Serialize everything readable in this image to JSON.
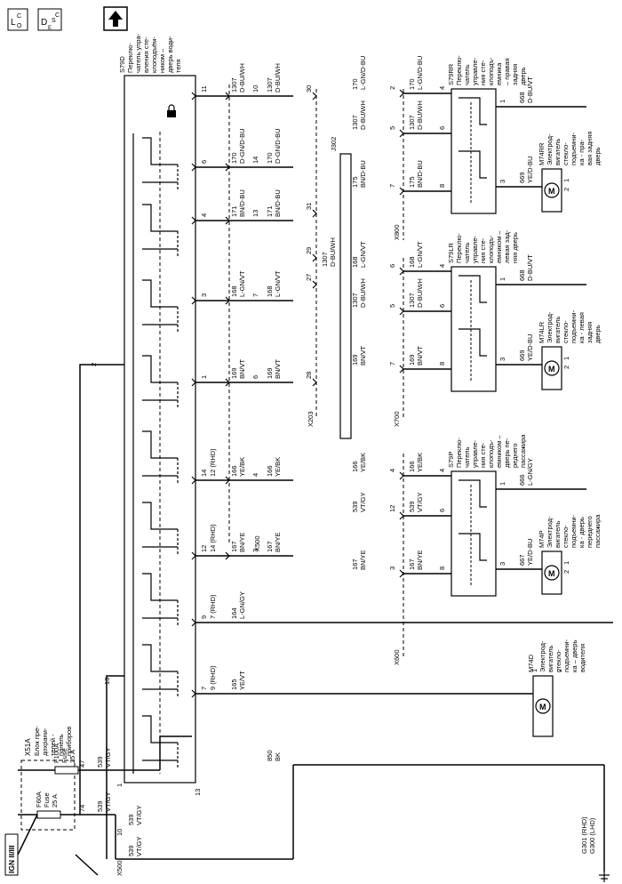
{
  "icons": {
    "loc": {
      "l": "L",
      "sub": "O",
      "sup": "C"
    },
    "desc": {
      "d": "D",
      "e": "E",
      "s": "S",
      "c": "C"
    }
  },
  "ign": "IGN II/III",
  "fuse_block": {
    "id": "X51A",
    "title": [
      "Блок пре-",
      "дохрани-",
      "телей -",
      "панель",
      "приборов"
    ],
    "fuses": [
      {
        "id": "F60A",
        "lines": [
          "Fuse",
          "25 A"
        ],
        "pin": "74",
        "pin2": "10",
        "wire": [
          "539",
          "VT/GY"
        ]
      },
      {
        "id": "F100A",
        "lines": [
          "Fuse",
          "25 A"
        ],
        "pin": "47",
        "pin2": "1",
        "wire": [
          "539",
          "VT/GY"
        ]
      }
    ],
    "ground_wire": [
      "850",
      "BK"
    ],
    "connector": "X500"
  },
  "driver_switch": {
    "id": "S79D",
    "title": [
      "Переклю-",
      "чатель упра-",
      "вления сте-",
      "клоподъём-",
      "ником –",
      "дверь води-",
      "теля"
    ],
    "feed_pins": [
      "13",
      "2"
    ],
    "bottom_pin": "13",
    "pins": [
      {
        "pin": "11",
        "rhd": "",
        "x500": "10",
        "wire": [
          "1307",
          "D-BU/WH"
        ]
      },
      {
        "pin": "6",
        "rhd": "",
        "x500": "14",
        "wire": [
          "170",
          "D-GN/D-BU"
        ]
      },
      {
        "pin": "4",
        "rhd": "",
        "x500": "13",
        "wire": [
          "171",
          "BN/D-BU"
        ]
      },
      {
        "pin": "3",
        "rhd": "",
        "x500": "7",
        "wire": [
          "168",
          "L-GN/VT"
        ]
      },
      {
        "pin": "1",
        "rhd": "",
        "x500": "6",
        "wire": [
          "169",
          "BN/VT"
        ]
      },
      {
        "pin": "14",
        "rhd": "12 (RHD)",
        "x500": "4",
        "wire": [
          "166",
          "YE/BK"
        ]
      },
      {
        "pin": "12",
        "rhd": "14 (RHD)",
        "x500": "3",
        "wire": [
          "167",
          "BN/YE"
        ]
      },
      {
        "pin": "9",
        "rhd": "7 (RHD)",
        "x500": "",
        "wire": [
          "164",
          "L-GN/GY"
        ]
      },
      {
        "pin": "7",
        "rhd": "9 (RHD)",
        "x500": "",
        "wire": [
          "165",
          "YE/VT"
        ]
      }
    ]
  },
  "connectors": {
    "x500": "X500",
    "x203": "X203",
    "x800": "X800",
    "x700": "X700",
    "x600": "X600",
    "j302": "J302"
  },
  "x203_pins": [
    "30",
    "31",
    "29",
    "27",
    "28"
  ],
  "splice_wire": [
    "1307",
    "D-BU/WH"
  ],
  "rear_right": {
    "switch_id": "S79RR",
    "switch_title": [
      "Переклю-",
      "чатель",
      "управле-",
      "ния сте-",
      "клоподъ-",
      "емника",
      "– правая",
      "задняя",
      "дверь"
    ],
    "x800_pins": [
      "2",
      "5",
      "7"
    ],
    "x800_wires": [
      [
        "170",
        "L-GN/D-BU"
      ],
      [
        "1307",
        "D-BU/WH"
      ],
      [
        "175",
        "BN/D-BU"
      ]
    ],
    "switch_pins": [
      "4",
      "6",
      "8",
      "3",
      "1"
    ],
    "sw_wires": [
      [
        "170",
        "L-GN/D-BU"
      ],
      [
        "1307",
        "D-BU/WH"
      ],
      [
        "175",
        "BN/D-BU"
      ]
    ],
    "motor_wires": [
      [
        "668",
        "D-BU/VT"
      ],
      [
        "669",
        "YE/D-BU"
      ]
    ],
    "motor_id": "M74RR",
    "motor_title": [
      "Электрод-",
      "вигатель",
      "стекло-",
      "подъемни-",
      "ка - пра-",
      "вая задняя",
      "дверь"
    ],
    "motor_pins": [
      "1",
      "2"
    ]
  },
  "rear_left": {
    "switch_id": "S79LR",
    "switch_title": [
      "Переклю-",
      "чатель",
      "управле-",
      "ния сте-",
      "клоподъ-",
      "емником –",
      "левая зад-",
      "няя дверь"
    ],
    "x700_pins": [
      "6",
      "5",
      "7"
    ],
    "x700_wires": [
      [
        "168",
        "L-GN/VT"
      ],
      [
        "1307",
        "D-BU/WH"
      ],
      [
        "169",
        "BN/VT"
      ]
    ],
    "switch_pins": [
      "4",
      "6",
      "8",
      "3",
      "1"
    ],
    "sw_wires": [
      [
        "168",
        "L-GN/VT"
      ],
      [
        "1307",
        "D-BU/WH"
      ],
      [
        "169",
        "BN/VT"
      ]
    ],
    "motor_wires": [
      [
        "668",
        "D-BU/VT"
      ],
      [
        "669",
        "YE/D-BU"
      ]
    ],
    "motor_id": "M74LR",
    "motor_title": [
      "Электрод-",
      "вигатель",
      "стекло-",
      "подъемни-",
      "ка - левая",
      "задняя",
      "дверь"
    ],
    "motor_pins": [
      "1",
      "2"
    ]
  },
  "passenger": {
    "switch_id": "S79P",
    "switch_title": [
      "Переклю-",
      "чатель",
      "управле-",
      "ния сте-",
      "клоподъ-",
      "емником –",
      "дверь пе-",
      "реднего",
      "пассажира"
    ],
    "x600_pins": [
      "4",
      "12",
      "3"
    ],
    "x600_wires": [
      [
        "166",
        "YE/BK"
      ],
      [
        "539",
        "VT/GY"
      ],
      [
        "167",
        "BN/YE"
      ]
    ],
    "switch_pins": [
      "4",
      "6",
      "8",
      "3",
      "1"
    ],
    "sw_wires": [
      [
        "166",
        "YE/BK"
      ],
      [
        "539",
        "VT/GY"
      ],
      [
        "167",
        "BN/YE"
      ]
    ],
    "motor_wires": [
      [
        "666",
        "L-GN/GY"
      ],
      [
        "667",
        "YE/D-BU"
      ]
    ],
    "motor_id": "M74P",
    "motor_title": [
      "Электрод-",
      "вигатель",
      "стекло-",
      "подъемни-",
      "ка - дверь",
      "переднего",
      "пассажира"
    ],
    "motor_pins": [
      "1",
      "2"
    ]
  },
  "driver_motor": {
    "id": "M74D",
    "title": [
      "Электрод-",
      "вигатель",
      "стекло-",
      "подъемни-",
      "ка – дверь",
      "водителя"
    ],
    "pins": [
      "1",
      "2"
    ]
  },
  "ground": {
    "labels": [
      "G301 (RHD)",
      "G300 (LHD)"
    ]
  }
}
